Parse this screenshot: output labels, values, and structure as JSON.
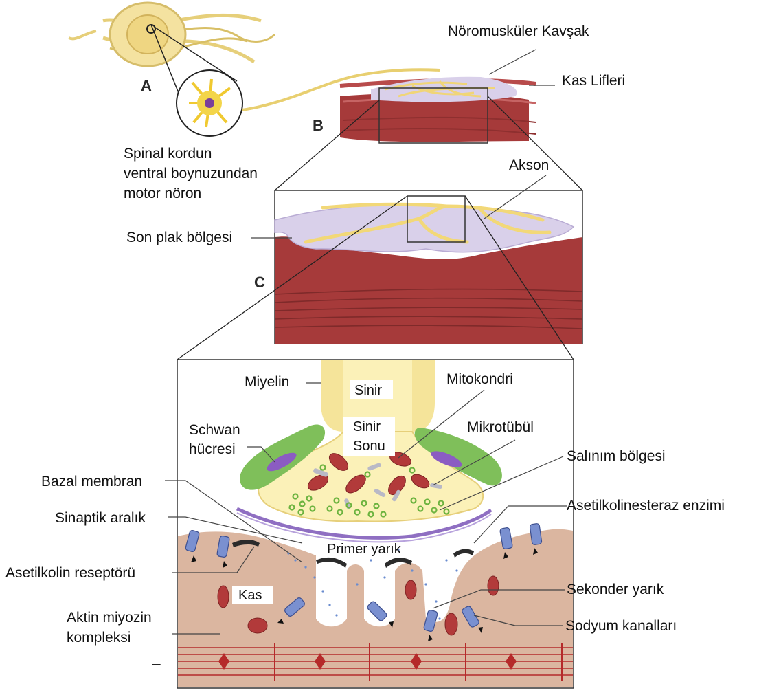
{
  "panels": {
    "a": "A",
    "b": "B",
    "c": "C"
  },
  "labels": {
    "neuromuscular_junction": "Nöromusküler Kavşak",
    "muscle_fibers": "Kas Lifleri",
    "motor_neuron": [
      "Spinal kordun",
      "ventral boynuzundan",
      "motor nöron"
    ],
    "axon": "Akson",
    "end_plate": "Son plak bölgesi",
    "myelin": "Miyelin",
    "nerve": "Sinir",
    "nerve_terminal": [
      "Sinir",
      "Sonu"
    ],
    "mitochondria": "Mitokondri",
    "schwann": [
      "Schwan",
      "hücresi"
    ],
    "microtubule": "Mikrotübül",
    "release_site": "Salınım bölgesi",
    "basal_membrane": "Bazal membran",
    "acetylcholinesterase": "Asetilkolinesteraz enzimi",
    "synaptic_cleft": "Sinaptik aralık",
    "primary_cleft": "Primer yarık",
    "ach_receptor": "Asetilkolin reseptörü",
    "muscle": "Kas",
    "secondary_cleft": "Sekonder yarık",
    "actin_myosin": [
      "Aktin miyozin",
      "kompleksi"
    ],
    "sodium_channels": "Sodyum kanalları",
    "minus": "–"
  },
  "colors": {
    "muscle_dark": "#a63a3a",
    "muscle_light": "#dbb6a0",
    "nerve": "#f5e49a",
    "nerve_fill": "#fbf1b8",
    "endplate": "#d9d0ea",
    "schwann": "#7fbf5a",
    "vesicle": "#6cb33f",
    "mito": "#b23a3a",
    "receptor": "#7a90d0",
    "membrane": "#8f6fc2",
    "sarcomere": "#b52a2a"
  }
}
